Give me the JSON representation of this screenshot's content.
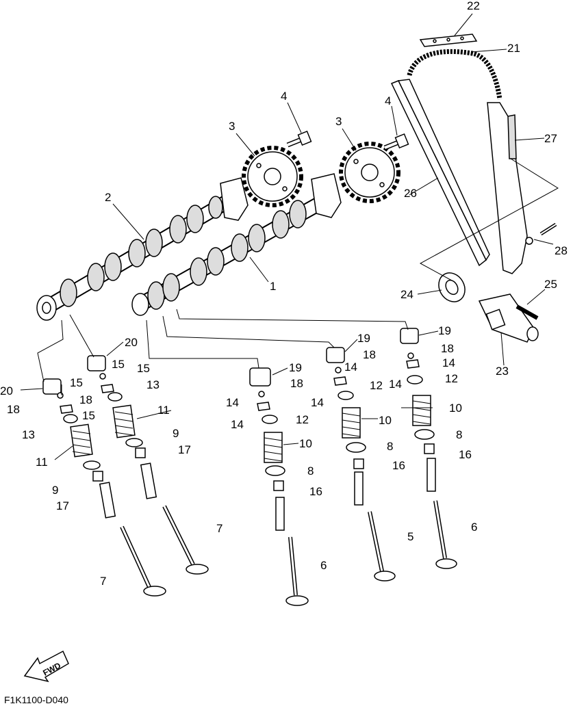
{
  "labels": {
    "l1": "1",
    "l2": "2",
    "l3a": "3",
    "l3b": "3",
    "l4a": "4",
    "l4b": "4",
    "l5": "5",
    "l6a": "6",
    "l6b": "6",
    "l7a": "7",
    "l7b": "7",
    "l8a": "8",
    "l8b": "8",
    "l8c": "8",
    "l9a": "9",
    "l9b": "9",
    "l10a": "10",
    "l10b": "10",
    "l10c": "10",
    "l11a": "11",
    "l11b": "11",
    "l12a": "12",
    "l12b": "12",
    "l12c": "12",
    "l13a": "13",
    "l13b": "13",
    "l14a": "14",
    "l14b": "14",
    "l14c": "14",
    "l14d": "14",
    "l14e": "14",
    "l14f": "14",
    "l15a": "15",
    "l15b": "15",
    "l15c": "15",
    "l15d": "15",
    "l16a": "16",
    "l16b": "16",
    "l16c": "16",
    "l17a": "17",
    "l17b": "17",
    "l18a": "18",
    "l18b": "18",
    "l18c": "18",
    "l18d": "18",
    "l18e": "18",
    "l19a": "19",
    "l19b": "19",
    "l19c": "19",
    "l20a": "20",
    "l20b": "20",
    "l21": "21",
    "l22": "22",
    "l23": "23",
    "l24": "24",
    "l25": "25",
    "l26": "26",
    "l27": "27",
    "l28": "28"
  },
  "fwd_label": "FWD",
  "diagram_code": "F1K1100-D040"
}
